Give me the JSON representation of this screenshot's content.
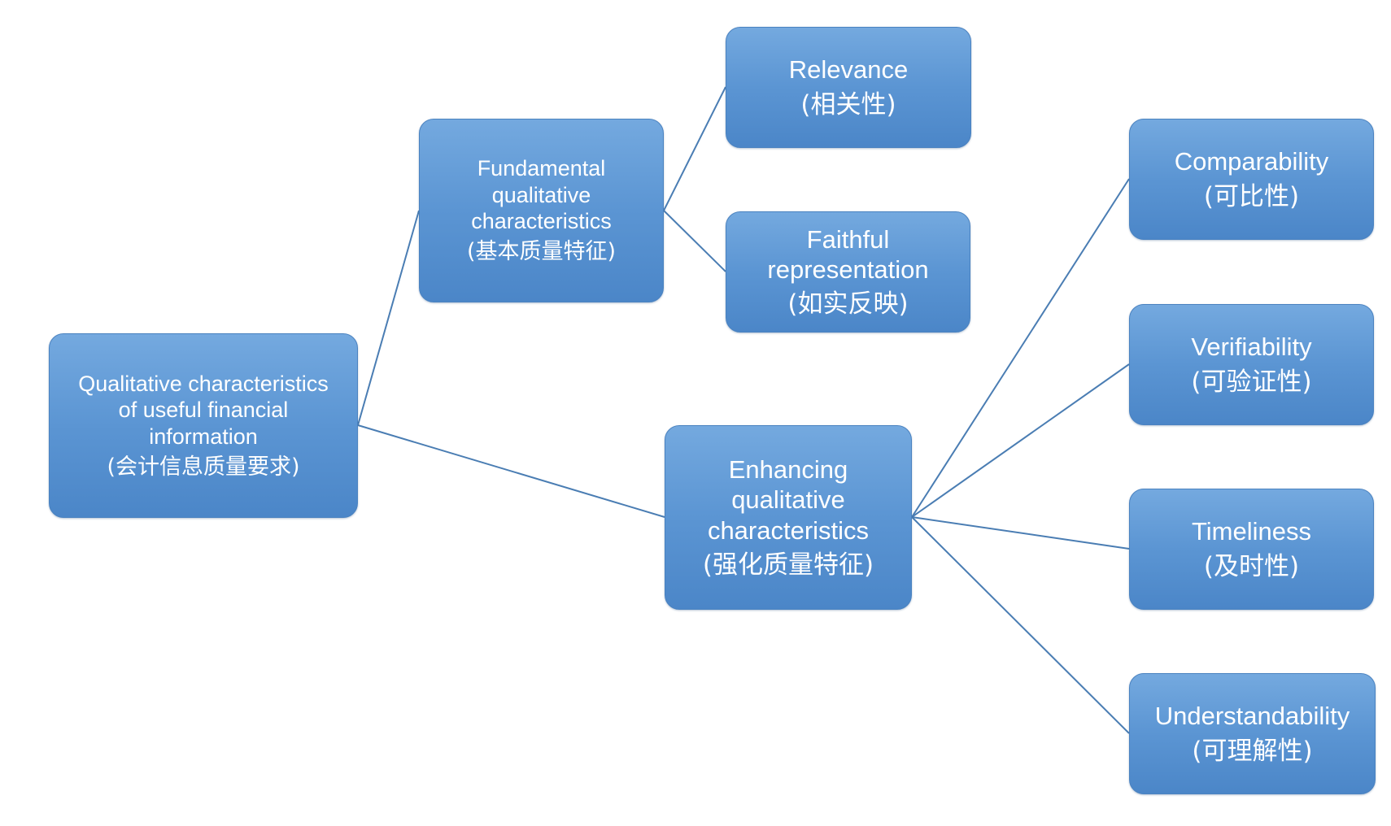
{
  "diagram": {
    "root": {
      "en": "Qualitative characteristics\nof useful financial\ninformation",
      "zh": "(会计信息质量要求)"
    },
    "fundamental": {
      "en": "Fundamental\nqualitative\ncharacteristics",
      "zh": "(基本质量特征)"
    },
    "enhancing": {
      "en": "Enhancing\nqualitative\ncharacteristics",
      "zh": "(强化质量特征)"
    },
    "relevance": {
      "en": "Relevance",
      "zh": "(相关性)"
    },
    "faithful": {
      "en": "Faithful\nrepresentation",
      "zh": "(如实反映)"
    },
    "comparability": {
      "en": "Comparability",
      "zh": "(可比性)"
    },
    "verifiability": {
      "en": "Verifiability",
      "zh": "(可验证性)"
    },
    "timeliness": {
      "en": "Timeliness",
      "zh": "(及时性)"
    },
    "understandability": {
      "en": "Understandability",
      "zh": "(可理解性)"
    }
  },
  "colors": {
    "node_fill": "#5b95d3",
    "connector": "#4a7db3",
    "text": "#ffffff"
  }
}
